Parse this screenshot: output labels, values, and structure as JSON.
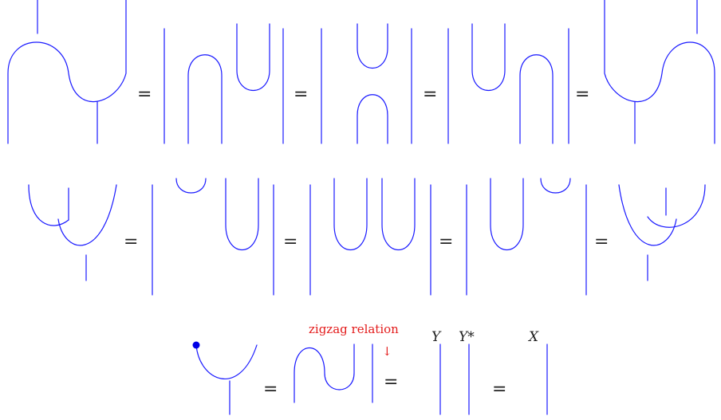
{
  "diagram": {
    "equals_sign": "=",
    "wire_color": "#1a1aff",
    "annotation": {
      "text": "zigzag relation",
      "arrow": "↓",
      "color": "#e31a1a"
    },
    "wire_labels": {
      "y": "Y",
      "y_dual": "Y*",
      "x": "X"
    },
    "unit_dot_color": "#0000e6"
  }
}
